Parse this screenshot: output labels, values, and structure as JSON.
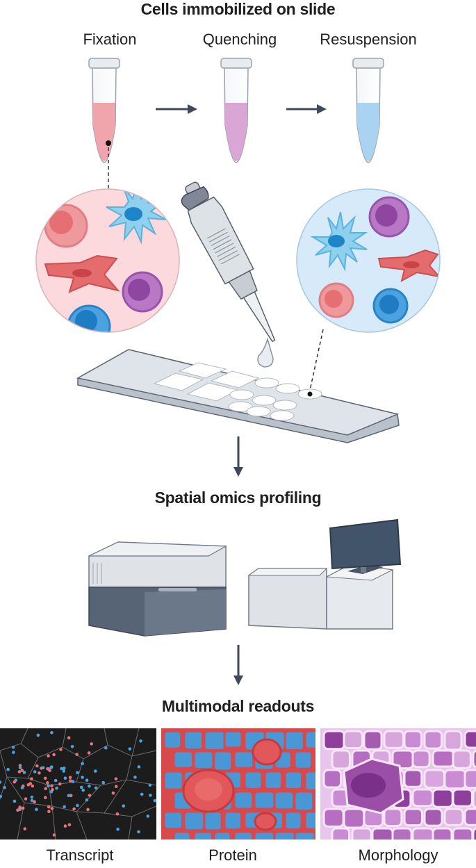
{
  "sections": {
    "slide_title": "Cells immobilized on slide",
    "profiling_title": "Spatial omics profiling",
    "readouts_title": "Multimodal readouts"
  },
  "tubes": [
    {
      "label": "Fixation",
      "color": "#f0a4ab"
    },
    {
      "label": "Quenching",
      "color": "#d9a6d6"
    },
    {
      "label": "Resuspension",
      "color": "#a9d3f0"
    }
  ],
  "readouts": [
    {
      "label": "Transcript"
    },
    {
      "label": "Protein"
    },
    {
      "label": "Morphology"
    }
  ],
  "colors": {
    "arrow": "#3d4a5c",
    "slide": "#dfe4ea",
    "pink_bg": "#fbd9dc",
    "blue_bg": "#d6eafa",
    "transcript_red": "#e8747a",
    "transcript_blue": "#4aa3e0",
    "protein_blue": "#4a97d6",
    "protein_red": "#e2585a",
    "morph_purple": "#9a4ea6"
  }
}
